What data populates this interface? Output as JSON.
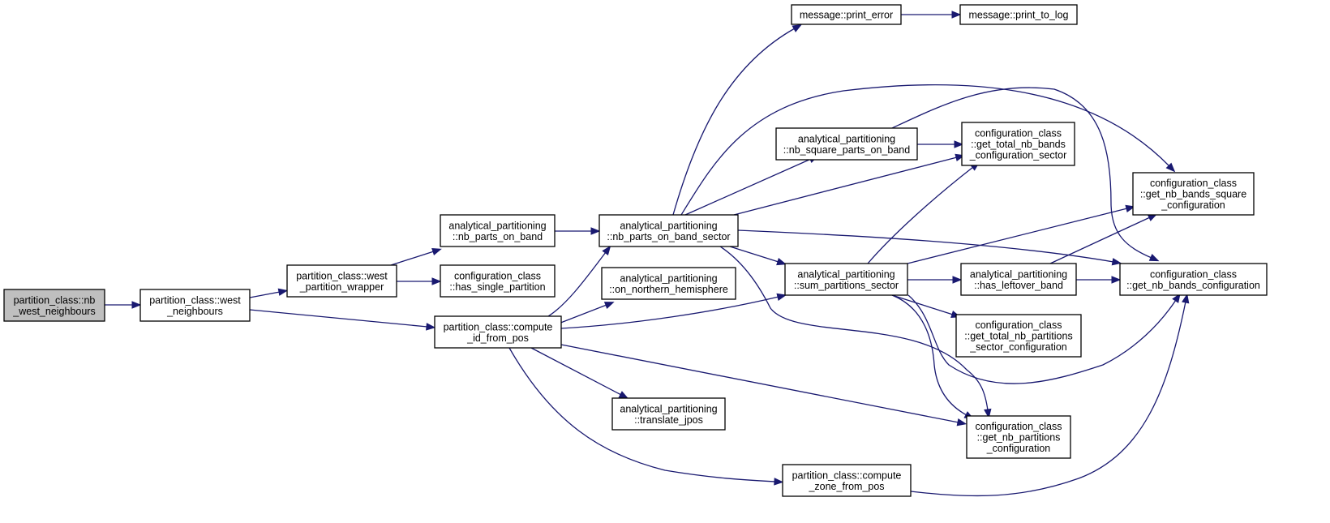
{
  "nodes": {
    "nb_west_neighbours": [
      "partition_class::nb",
      "_west_neighbours"
    ],
    "west_neighbours": [
      "partition_class::west",
      "_neighbours"
    ],
    "west_partition_wrapper": [
      "partition_class::west",
      "_partition_wrapper"
    ],
    "nb_parts_on_band": [
      "analytical_partitioning",
      "::nb_parts_on_band"
    ],
    "has_single_partition": [
      "configuration_class",
      "::has_single_partition"
    ],
    "compute_id_from_pos": [
      "partition_class::compute",
      "_id_from_pos"
    ],
    "nb_parts_on_band_sector": [
      "analytical_partitioning",
      "::nb_parts_on_band_sector"
    ],
    "on_northern_hemisphere": [
      "analytical_partitioning",
      "::on_northern_hemisphere"
    ],
    "translate_jpos": [
      "analytical_partitioning",
      "::translate_jpos"
    ],
    "compute_zone_from_pos": [
      "partition_class::compute",
      "_zone_from_pos"
    ],
    "print_error": [
      "message::print_error"
    ],
    "print_to_log": [
      "message::print_to_log"
    ],
    "nb_square_parts_on_band": [
      "analytical_partitioning",
      "::nb_square_parts_on_band"
    ],
    "sum_partitions_sector": [
      "analytical_partitioning",
      "::sum_partitions_sector"
    ],
    "get_total_nb_bands_configuration_sector": [
      "configuration_class",
      "::get_total_nb_bands",
      "_configuration_sector"
    ],
    "has_leftover_band": [
      "analytical_partitioning",
      "::has_leftover_band"
    ],
    "get_total_nb_partitions_sector_configuration": [
      "configuration_class",
      "::get_total_nb_partitions",
      "_sector_configuration"
    ],
    "get_nb_partitions_configuration": [
      "configuration_class",
      "::get_nb_partitions",
      "_configuration"
    ],
    "get_nb_bands_square_configuration": [
      "configuration_class",
      "::get_nb_bands_square",
      "_configuration"
    ],
    "get_nb_bands_configuration": [
      "configuration_class",
      "::get_nb_bands_configuration"
    ]
  },
  "edges": [
    [
      "nb_west_neighbours",
      "west_neighbours"
    ],
    [
      "west_neighbours",
      "west_partition_wrapper"
    ],
    [
      "west_neighbours",
      "compute_id_from_pos"
    ],
    [
      "west_partition_wrapper",
      "nb_parts_on_band"
    ],
    [
      "west_partition_wrapper",
      "has_single_partition"
    ],
    [
      "nb_parts_on_band",
      "nb_parts_on_band_sector"
    ],
    [
      "compute_id_from_pos",
      "nb_parts_on_band_sector"
    ],
    [
      "compute_id_from_pos",
      "on_northern_hemisphere"
    ],
    [
      "compute_id_from_pos",
      "sum_partitions_sector"
    ],
    [
      "compute_id_from_pos",
      "translate_jpos"
    ],
    [
      "compute_id_from_pos",
      "get_nb_partitions_configuration"
    ],
    [
      "compute_id_from_pos",
      "compute_zone_from_pos"
    ],
    [
      "nb_parts_on_band_sector",
      "print_error"
    ],
    [
      "nb_parts_on_band_sector",
      "nb_square_parts_on_band"
    ],
    [
      "nb_parts_on_band_sector",
      "get_total_nb_bands_configuration_sector"
    ],
    [
      "nb_parts_on_band_sector",
      "get_nb_bands_square_configuration"
    ],
    [
      "nb_parts_on_band_sector",
      "get_nb_bands_configuration"
    ],
    [
      "nb_parts_on_band_sector",
      "sum_partitions_sector"
    ],
    [
      "nb_parts_on_band_sector",
      "get_nb_partitions_configuration"
    ],
    [
      "print_error",
      "print_to_log"
    ],
    [
      "nb_square_parts_on_band",
      "get_total_nb_bands_configuration_sector"
    ],
    [
      "nb_square_parts_on_band",
      "get_nb_bands_configuration"
    ],
    [
      "sum_partitions_sector",
      "get_total_nb_bands_configuration_sector"
    ],
    [
      "sum_partitions_sector",
      "get_nb_bands_square_configuration"
    ],
    [
      "sum_partitions_sector",
      "has_leftover_band"
    ],
    [
      "sum_partitions_sector",
      "get_total_nb_partitions_sector_configuration"
    ],
    [
      "sum_partitions_sector",
      "get_nb_partitions_configuration"
    ],
    [
      "sum_partitions_sector",
      "get_nb_bands_configuration"
    ],
    [
      "has_leftover_band",
      "get_nb_bands_square_configuration"
    ],
    [
      "has_leftover_band",
      "get_nb_bands_configuration"
    ],
    [
      "compute_zone_from_pos",
      "get_nb_bands_configuration"
    ]
  ],
  "colors": {
    "edge": "#191970",
    "root_fill": "#bfbfbf",
    "node_fill": "#ffffff",
    "node_stroke": "#000000"
  }
}
